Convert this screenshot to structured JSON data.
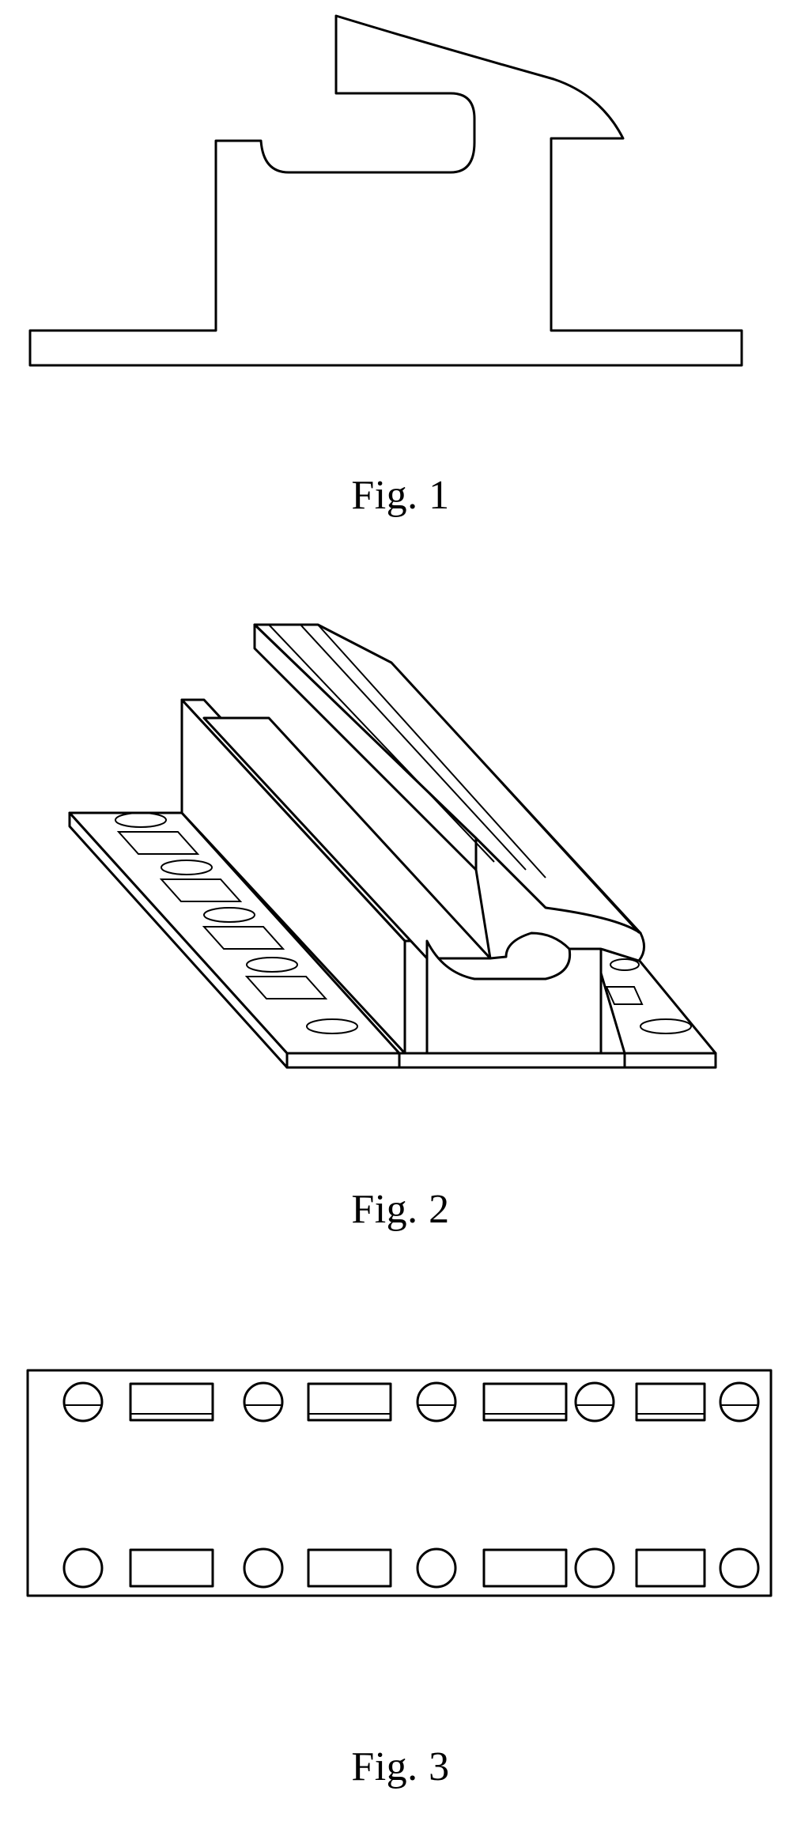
{
  "figures": [
    {
      "caption": "Fig. 1",
      "view": "cross-section-profile"
    },
    {
      "caption": "Fig. 2",
      "view": "isometric-perspective"
    },
    {
      "caption": "Fig. 3",
      "view": "top-plan"
    }
  ],
  "colors": {
    "line": "#000000",
    "background": "#ffffff"
  }
}
